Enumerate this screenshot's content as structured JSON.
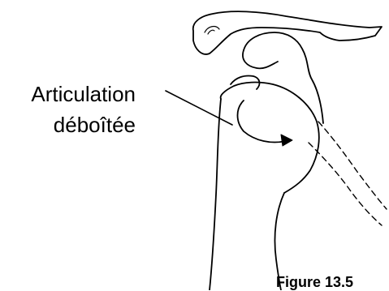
{
  "label": {
    "line1": "Articulation",
    "line2": "déboîtée"
  },
  "caption": "Figure 13.5"
}
